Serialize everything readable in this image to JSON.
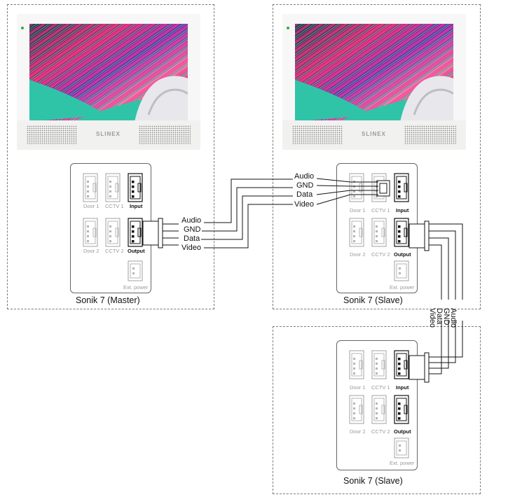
{
  "brand": "SLINEX",
  "units": [
    {
      "caption": "Sonik 7 (Master)"
    },
    {
      "caption": "Sonik 7 (Slave)"
    },
    {
      "caption": "Sonik 7 (Slave)"
    }
  ],
  "connectors": {
    "door1": "Door 1",
    "cctv1": "CCTV 1",
    "input": "Input",
    "door2": "Door 2",
    "cctv2": "CCTV 2",
    "output": "Output",
    "ext_power": "Ext. power"
  },
  "wires": {
    "audio": "Audio",
    "gnd": "GND",
    "data": "Data",
    "video": "Video"
  }
}
